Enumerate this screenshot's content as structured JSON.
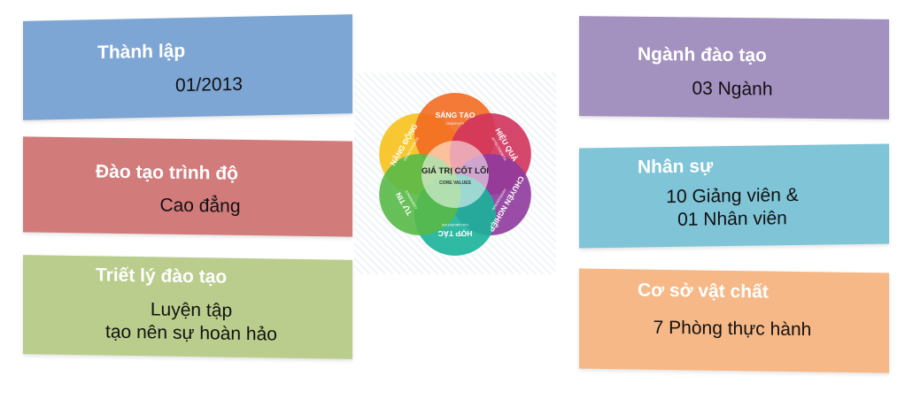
{
  "left_cards": [
    {
      "title": "Thành lập",
      "lines": [
        "01/2013"
      ]
    },
    {
      "title": "Đào tạo trình độ",
      "lines": [
        "Cao đẳng"
      ]
    },
    {
      "title": "Triết lý đào tạo",
      "lines": [
        "Luyện tập",
        "tạo nên sự hoàn hảo"
      ]
    }
  ],
  "right_cards": [
    {
      "title": "Ngành đào tạo",
      "lines": [
        "03 Ngành"
      ]
    },
    {
      "title": "Nhân sự",
      "lines": [
        "10 Giảng viên &",
        "01 Nhân viên"
      ]
    },
    {
      "title": "Cơ sở vật chất",
      "lines": [
        "7 Phòng thực hành"
      ]
    }
  ],
  "colors": {
    "blue": "#7ea6d4",
    "red": "#d27b7b",
    "green": "#bacd8c",
    "purple": "#a391bf",
    "teal": "#7fc4d7",
    "orange": "#f6b886"
  },
  "core_values": {
    "center_title": "GIÁ TRỊ CỐT LÕI",
    "center_subtitle": "CORE VALUES",
    "petals": [
      {
        "label": "NĂNG ĐỘNG",
        "sub": "PROACTIVENESS",
        "color": "#f7c21c"
      },
      {
        "label": "SÁNG TẠO",
        "sub": "CREATIVITY",
        "color": "#f26b21"
      },
      {
        "label": "HIỆU QUẢ",
        "sub": "EFFECTIVENESS",
        "color": "#d2335c"
      },
      {
        "label": "CHUYÊN NGHIỆP",
        "sub": "PROFESSIONAL",
        "color": "#8f3a9c"
      },
      {
        "label": "HỢP TÁC",
        "sub": "COLLABORATION",
        "color": "#1ab39a"
      },
      {
        "label": "TỰ TIN",
        "sub": "CONFIDENCE",
        "color": "#58b947"
      }
    ]
  }
}
